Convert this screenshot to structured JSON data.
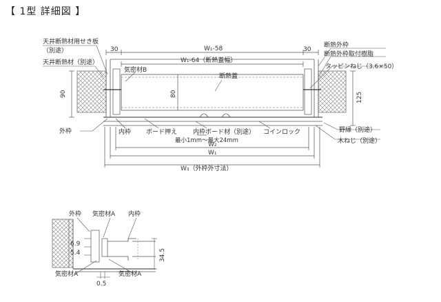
{
  "title": "【 1型 詳細図 】",
  "main": {
    "labels": {
      "ceiling_insulation_board": "天井断熱材用せき板",
      "ceiling_insulation_board_note": "（別途）",
      "ceiling_insulation": "天井断熱材（別途）",
      "airtight_b": "気密材B",
      "insulation_lid": "断熱蓋",
      "outer_frame": "外枠",
      "inner_frame": "内枠",
      "board_holder": "ボード押え",
      "inner_frame_board": "内枠ボード材（別途）",
      "coin_lock": "コインロック",
      "insulation_outer_frame": "断熱外枠",
      "outer_frame_resin": "断熱外枠取付樹脂",
      "tapping_screw": "タッピンねじ（3.6×50）",
      "edge_trim": "野縁（別途）",
      "wood_screw": "木ねじ（別途）",
      "thickness_range": "最小1mm～最大24mm"
    },
    "dims": {
      "left_30": "30",
      "right_30": "30",
      "w1_58": "W₁-58",
      "w1_64": "W₁-64（断熱蓋幅）",
      "d90": "90",
      "d80": "80",
      "d125": "125",
      "w2": "W₂",
      "w1": "W₁",
      "w3": "W₃（外枠外寸法）"
    }
  },
  "detail": {
    "labels": {
      "outer_frame": "外枠",
      "airtight_a_top": "気密材A",
      "inner_frame": "内枠",
      "airtight_a_bl": "気密材A",
      "airtight_a_br": "気密材A"
    },
    "dims": {
      "d69": "6.9",
      "d54": "5.4",
      "d345": "34.5",
      "d05": "0.5"
    }
  }
}
